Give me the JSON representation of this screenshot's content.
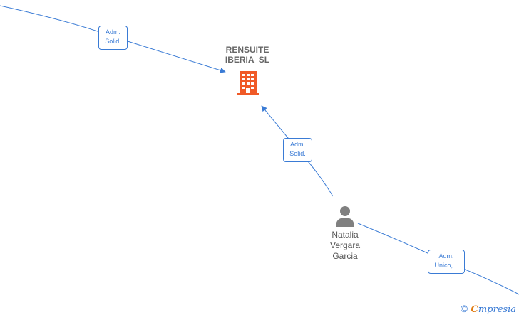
{
  "company": {
    "name_lines": [
      "RENSUITE",
      "IBERIA  SL"
    ],
    "icon": "building-icon",
    "icon_color": "#f05a28"
  },
  "person": {
    "name_lines": [
      "Natalia",
      "Vergara",
      "Garcia"
    ],
    "icon": "person-icon",
    "icon_color": "#808080"
  },
  "edges": [
    {
      "label_lines": [
        "Adm.",
        "Solid."
      ]
    },
    {
      "label_lines": [
        "Adm.",
        "Solid."
      ]
    },
    {
      "label_lines": [
        "Adm.",
        "Unico,..."
      ]
    }
  ],
  "edge_color": "#3a7bd5",
  "watermark": {
    "copyright": "©",
    "brand_first": "C",
    "brand_rest": "mpresia"
  }
}
